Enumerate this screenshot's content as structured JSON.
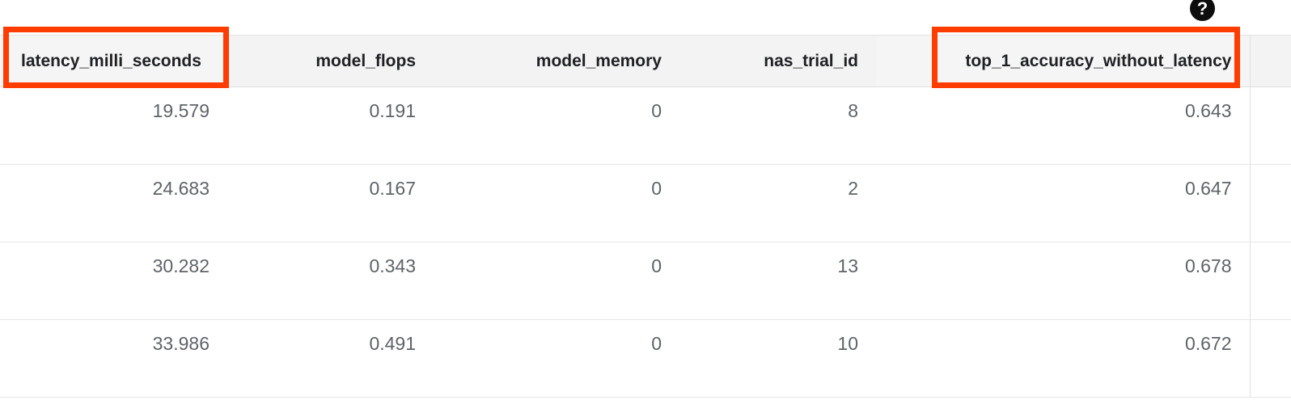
{
  "help": {
    "icon": "help-circle-icon",
    "label": "?"
  },
  "table": {
    "columns": [
      {
        "key": "latency_milli_seconds",
        "label": "latency_milli_seconds",
        "align": "left",
        "highlighted": true
      },
      {
        "key": "model_flops",
        "label": "model_flops",
        "align": "right",
        "highlighted": false
      },
      {
        "key": "model_memory",
        "label": "model_memory",
        "align": "right",
        "highlighted": false
      },
      {
        "key": "nas_trial_id",
        "label": "nas_trial_id",
        "align": "right",
        "highlighted": false
      },
      {
        "key": "top_1_accuracy_without_latency",
        "label": "top_1_accuracy_without_latency",
        "align": "right",
        "highlighted": true
      }
    ],
    "rows": [
      {
        "latency_milli_seconds": "19.579",
        "model_flops": "0.191",
        "model_memory": "0",
        "nas_trial_id": "8",
        "top_1_accuracy_without_latency": "0.643"
      },
      {
        "latency_milli_seconds": "24.683",
        "model_flops": "0.167",
        "model_memory": "0",
        "nas_trial_id": "2",
        "top_1_accuracy_without_latency": "0.647"
      },
      {
        "latency_milli_seconds": "30.282",
        "model_flops": "0.343",
        "model_memory": "0",
        "nas_trial_id": "13",
        "top_1_accuracy_without_latency": "0.678"
      },
      {
        "latency_milli_seconds": "33.986",
        "model_flops": "0.491",
        "model_memory": "0",
        "nas_trial_id": "10",
        "top_1_accuracy_without_latency": "0.672"
      }
    ]
  },
  "annotations": [
    {
      "name": "latency-column-header-highlight",
      "color": "#FF3D00",
      "target": "latency_milli_seconds"
    },
    {
      "name": "top1-accuracy-column-header-highlight",
      "color": "#FF3D00",
      "target": "top_1_accuracy_without_latency"
    }
  ]
}
